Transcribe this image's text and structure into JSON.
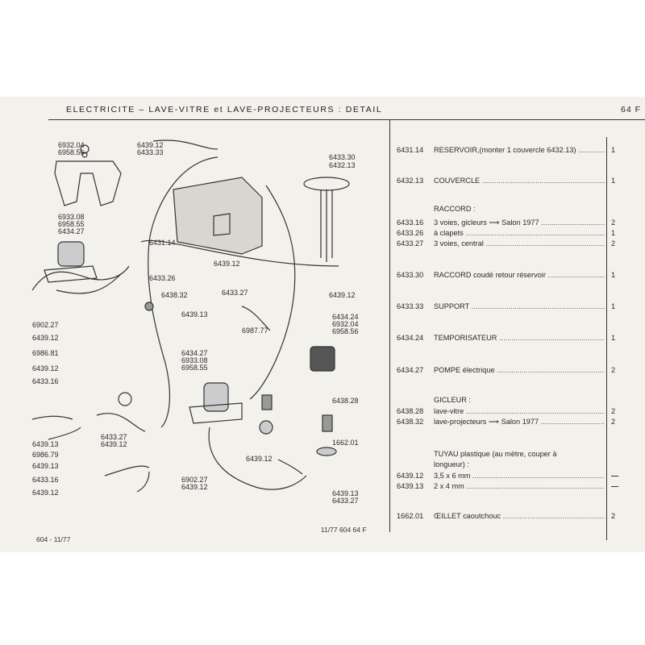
{
  "header": {
    "title": "ELECTRICITE  –  LAVE-VITRE et LAVE-PROJECTEURS : DETAIL",
    "page": "64 F"
  },
  "diagram_labels": [
    {
      "text": "6932.04"
    },
    {
      "text": "6958.56"
    },
    {
      "text": "6439.12"
    },
    {
      "text": "6433.33"
    },
    {
      "text": "6433.30"
    },
    {
      "text": "6432.13"
    },
    {
      "text": "6933.08"
    },
    {
      "text": "6958.55"
    },
    {
      "text": "6434.27"
    },
    {
      "text": "6431.14"
    },
    {
      "text": "6439.12"
    },
    {
      "text": "6433.26"
    },
    {
      "text": "6438.32"
    },
    {
      "text": "6433.27"
    },
    {
      "text": "6439.12"
    },
    {
      "text": "6902.27"
    },
    {
      "text": "6439.13"
    },
    {
      "text": "6434.24"
    },
    {
      "text": "6932.04"
    },
    {
      "text": "6958.56"
    },
    {
      "text": "6439.12"
    },
    {
      "text": "6987.77"
    },
    {
      "text": "6986.81"
    },
    {
      "text": "6434.27"
    },
    {
      "text": "6933.08"
    },
    {
      "text": "6958.55"
    },
    {
      "text": "6439.12"
    },
    {
      "text": "6433.16"
    },
    {
      "text": "6438.28"
    },
    {
      "text": "6439.13"
    },
    {
      "text": "6433.27"
    },
    {
      "text": "6439.12"
    },
    {
      "text": "6986.79"
    },
    {
      "text": "6439.13"
    },
    {
      "text": "1662.01"
    },
    {
      "text": "6433.16"
    },
    {
      "text": "6902.27"
    },
    {
      "text": "6439.12"
    },
    {
      "text": "6439.12"
    },
    {
      "text": "6439.12"
    },
    {
      "text": "6439.13"
    },
    {
      "text": "6433.27"
    }
  ],
  "parts": [
    {
      "ref": "6431.14",
      "desc": "RESERVOIR,(monter 1 couvercle 6432.13)",
      "qty": "1"
    },
    {
      "ref": "6432.13",
      "desc": "COUVERCLE",
      "qty": "1"
    },
    {
      "ref": "",
      "desc": "RACCORD :",
      "qty": ""
    },
    {
      "ref": "6433.16",
      "desc": "3 voies, gicleurs ⟶ Salon 1977",
      "qty": "2"
    },
    {
      "ref": "6433.26",
      "desc": "à clapets",
      "qty": "1"
    },
    {
      "ref": "6433.27",
      "desc": "3 voies, central",
      "qty": "2"
    },
    {
      "ref": "6433.30",
      "desc": "RACCORD coudé retour réservoir",
      "qty": "1"
    },
    {
      "ref": "6433.33",
      "desc": "SUPPORT",
      "qty": "1"
    },
    {
      "ref": "6434.24",
      "desc": "TEMPORISATEUR",
      "qty": "1"
    },
    {
      "ref": "6434.27",
      "desc": "POMPE électrique",
      "qty": "2"
    },
    {
      "ref": "",
      "desc": "GICLEUR :",
      "qty": ""
    },
    {
      "ref": "6438.28",
      "desc": "lave-vitre",
      "qty": "2"
    },
    {
      "ref": "6438.32",
      "desc": "lave-projecteurs ⟶ Salon 1977",
      "qty": "2"
    },
    {
      "ref": "",
      "desc": "TUYAU plastique (au mètre, couper à",
      "qty": ""
    },
    {
      "ref": "",
      "desc": "longueur) :",
      "qty": ""
    },
    {
      "ref": "6439.12",
      "desc": "3,5 x 6 mm",
      "qty": "—"
    },
    {
      "ref": "6439.13",
      "desc": "2 x 4 mm",
      "qty": "—"
    },
    {
      "ref": "1662.01",
      "desc": "ŒILLET caoutchouc",
      "qty": "2"
    }
  ],
  "footer": {
    "left": "604 - 11/77",
    "center": "11/77  604  64 F"
  }
}
